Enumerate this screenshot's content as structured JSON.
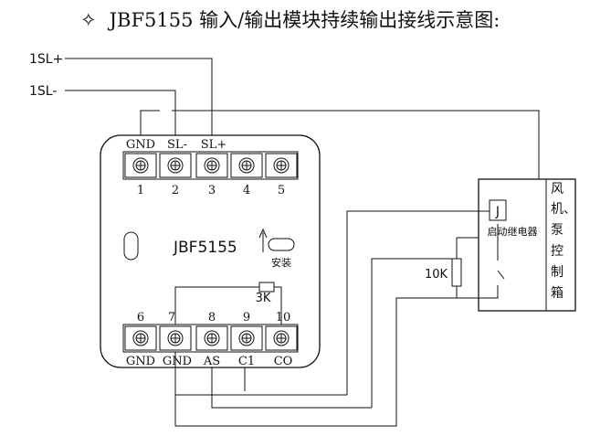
{
  "header": {
    "bullet": "✧",
    "title": "JBF5155 输入/输出模块持续输出接线示意图:"
  },
  "bus_labels": [
    "1SL+",
    "1SL-"
  ],
  "top_terminals": {
    "signals": [
      "GND",
      "SL-",
      "SL+"
    ],
    "numbers": [
      "1",
      "2",
      "3",
      "4",
      "5"
    ]
  },
  "bottom_terminals": {
    "numbers": [
      "6",
      "7",
      "8",
      "9",
      "10"
    ],
    "signals": [
      "GND",
      "GND",
      "AS",
      "C1",
      "CO"
    ]
  },
  "module": {
    "model": "JBF5155",
    "install_label": "安装",
    "resistor_3k": "3K"
  },
  "controller": {
    "relay_symbol": "J",
    "relay_label": "启动继电器",
    "name_chars": [
      "风",
      "机、",
      "泵",
      "控",
      "制",
      "箱"
    ]
  },
  "resistor_10k": "10K"
}
